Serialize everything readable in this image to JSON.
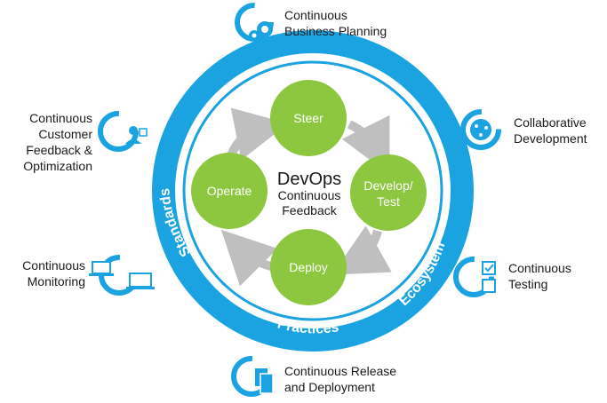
{
  "center": {
    "title": "DevOps",
    "subtitle_line1": "Continuous",
    "subtitle_line2": "Feedback"
  },
  "cycle": {
    "steer": "Steer",
    "develop_line1": "Develop/",
    "develop_line2": "Test",
    "deploy": "Deploy",
    "operate": "Operate"
  },
  "ring": {
    "left": "Standards",
    "bottom": "Practices",
    "right": "Ecosystem"
  },
  "outer": {
    "business_planning": {
      "line1": "Continuous",
      "line2": "Business Planning",
      "icon": "gears-icon"
    },
    "collaborative_development": {
      "line1": "Collaborative",
      "line2": "Development",
      "icon": "globe-icon"
    },
    "continuous_testing": {
      "line1": "Continuous",
      "line2": "Testing",
      "icon": "checklist-icon"
    },
    "release_deployment": {
      "line1": "Continuous Release",
      "line2": "and Deployment",
      "icon": "documents-icon"
    },
    "monitoring": {
      "line1": "Continuous",
      "line2": "Monitoring",
      "icon": "laptops-icon"
    },
    "customer_feedback": {
      "line1": "Continuous",
      "line2": "Customer",
      "line3": "Feedback &",
      "line4": "Optimization",
      "icon": "person-feedback-icon"
    }
  },
  "colors": {
    "ring_blue": "#1aa3e0",
    "cycle_green": "#8dc63f",
    "arrow_gray": "#bfbfbf",
    "ring_text": "#ffffff"
  }
}
